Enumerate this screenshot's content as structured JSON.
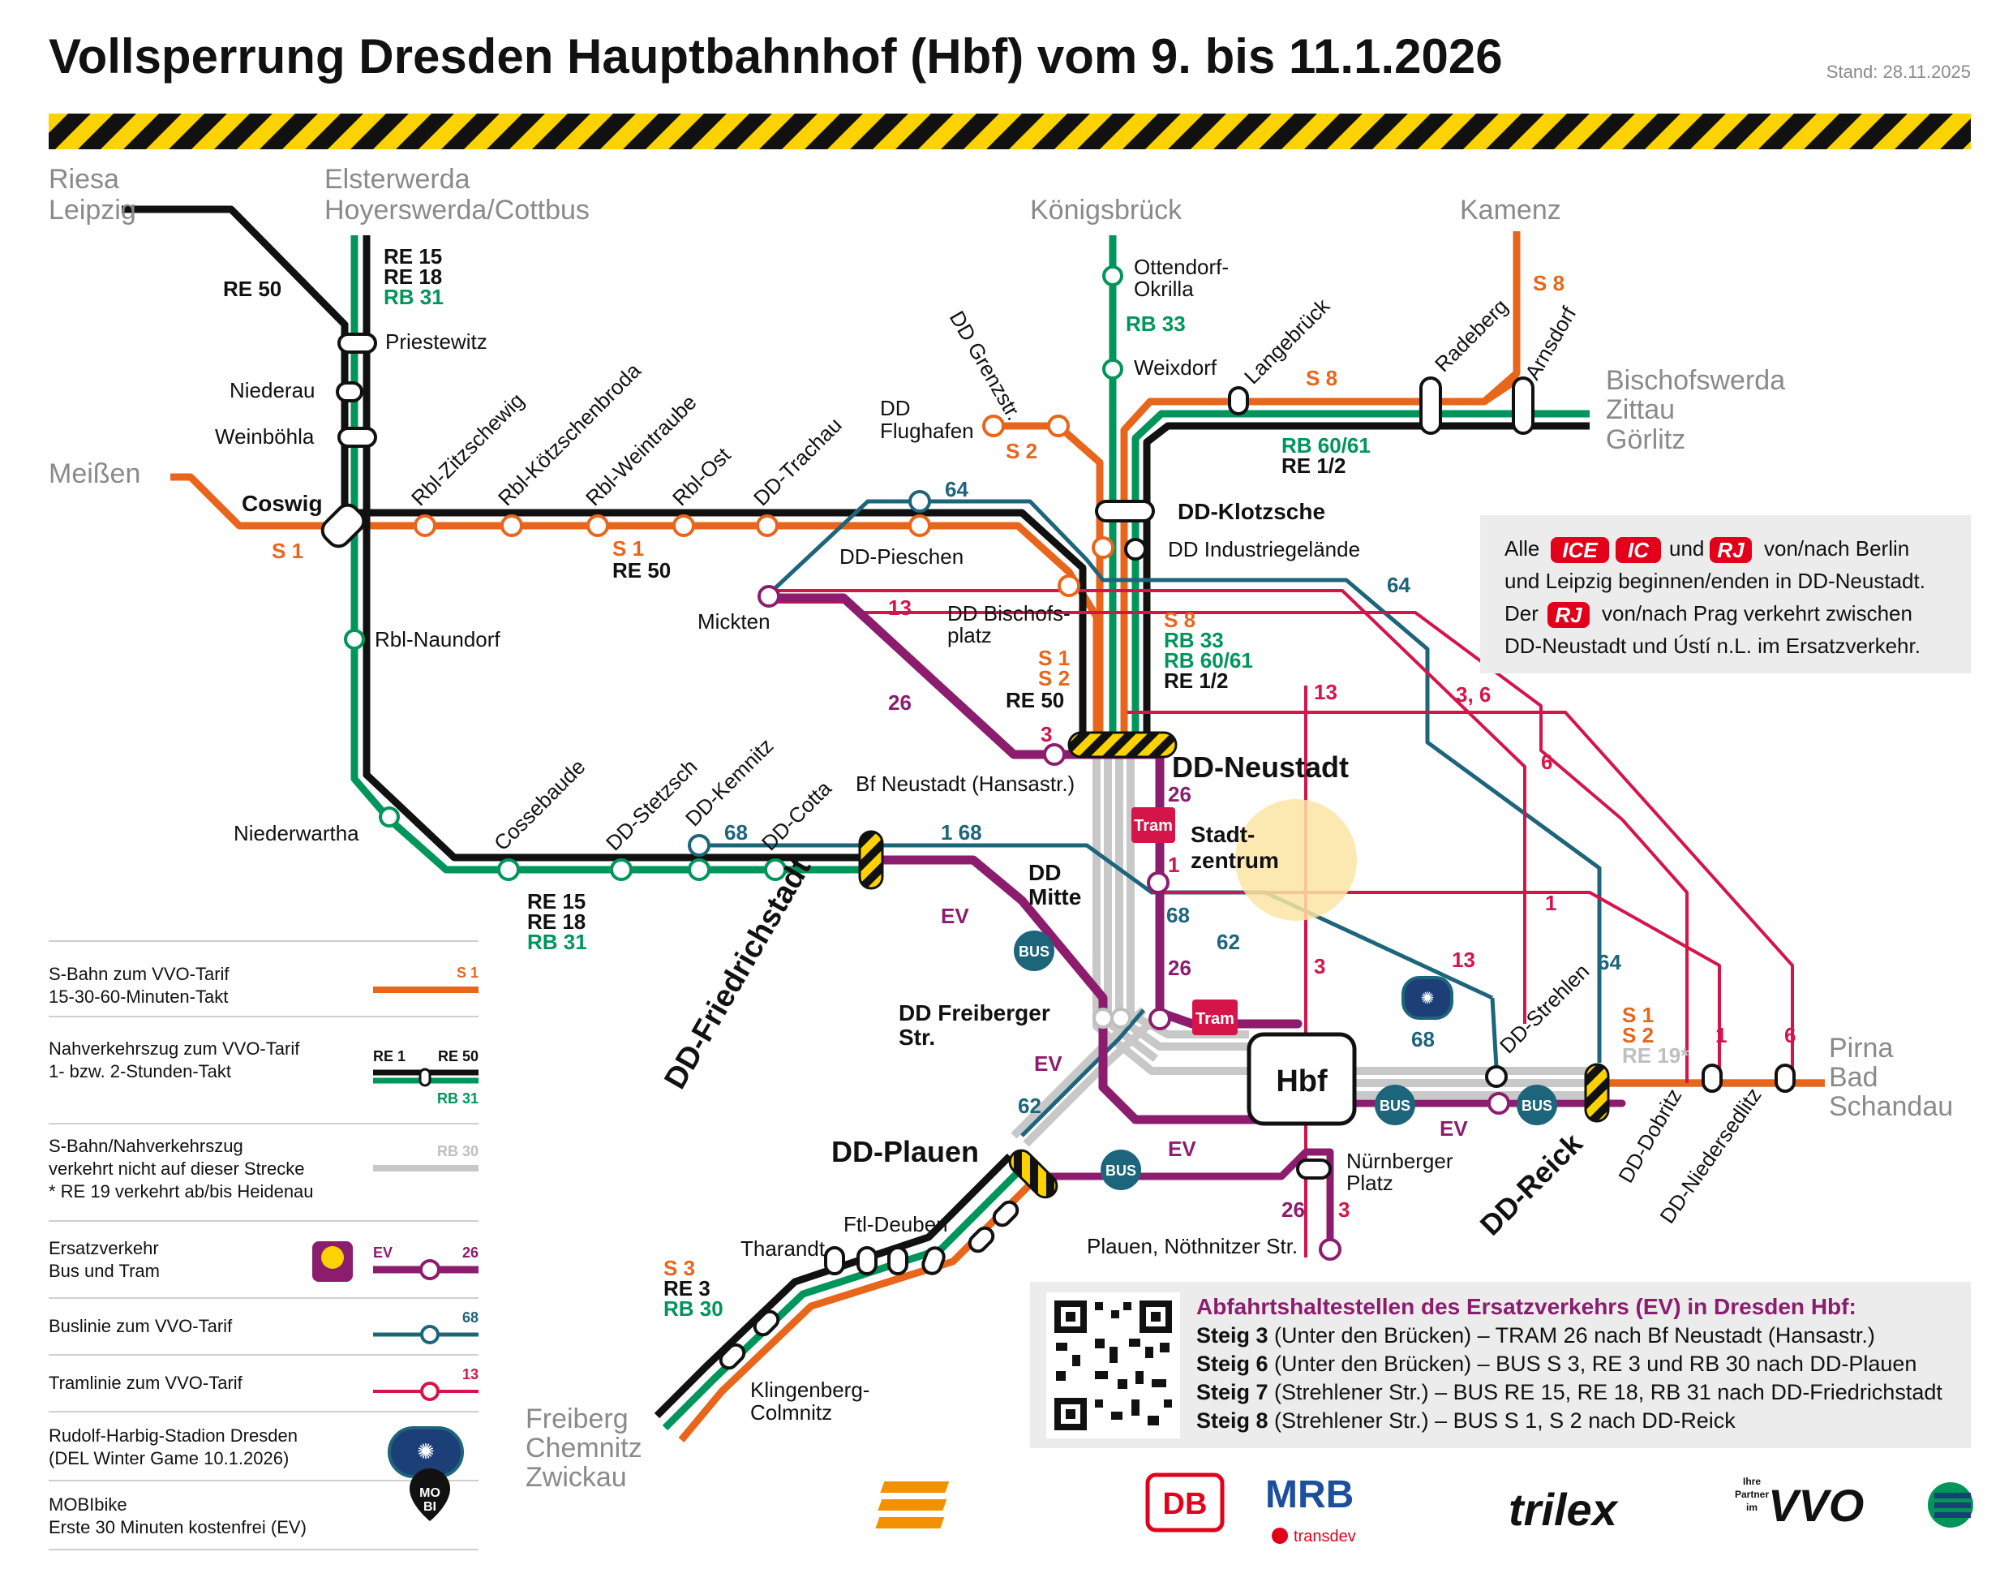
{
  "title": "Vollsperrung Dresden Hauptbahnhof (Hbf) vom 9. bis 11.1.2026",
  "stand": "Stand: 28.11.2025",
  "colors": {
    "orange": "#e8661c",
    "green": "#00955a",
    "black": "#111111",
    "grey": "#bfbfbf",
    "purple": "#8c1d6e",
    "teal": "#1c657a",
    "red": "#d5154a",
    "yellow": "#fcd200",
    "info_bg": "#ececec",
    "stadium_circle": "#fbe5a5"
  },
  "destinations": {
    "riesa": "Riesa",
    "leipzig": "Leipzig",
    "elsterwerda": "Elsterwerda",
    "hoyerswerda": "Hoyerswerda/Cottbus",
    "koenigsbrueck": "Königsbrück",
    "kamenz": "Kamenz",
    "meissen": "Meißen",
    "bischofswerda": "Bischofswerda",
    "zittau": "Zittau",
    "goerlitz": "Görlitz",
    "pirna": "Pirna",
    "bad": "Bad",
    "schandau": "Schandau",
    "freiberg": "Freiberg",
    "chemnitz": "Chemnitz",
    "zwickau": "Zwickau"
  },
  "lines": {
    "re50": "RE 50",
    "re15": "RE 15",
    "re18": "RE 18",
    "rb31": "RB 31",
    "s1": "S 1",
    "s2": "S 2",
    "s3": "S 3",
    "s8": "S 8",
    "rb33": "RB 33",
    "rb6061": "RB 60/61",
    "re12": "RE 1/2",
    "re3": "RE 3",
    "rb30": "RB 30",
    "re19": "RE 19*",
    "l64": "64",
    "l68": "68",
    "l62": "62",
    "l13": "13",
    "l26": "26",
    "l3": "3",
    "l36": "3, 6",
    "l6": "6",
    "l1": "1",
    "l168": "1 68",
    "ev": "EV",
    "l3b": "3"
  },
  "stations": {
    "priestewitz": "Priestewitz",
    "niederau": "Niederau",
    "weinboehla": "Weinböhla",
    "coswig": "Coswig",
    "zitzschewig": "Rbl-Zitzschewig",
    "koetzschenbroda": "Rbl-Kötzschenbroda",
    "weintraube": "Rbl-Weintraube",
    "rblost": "Rbl-Ost",
    "trachau": "DD-Trachau",
    "naundorf": "Rbl-Naundorf",
    "niederwartha": "Niederwartha",
    "cossebaude": "Cossebaude",
    "stetzsch": "DD-Stetzsch",
    "kemnitz": "DD-Kemnitz",
    "cotta": "DD-Cotta",
    "pieschen": "DD-Pieschen",
    "mickten": "Mickten",
    "bischofsplatz1": "DD Bischofs-",
    "bischofsplatz2": "platz",
    "grenzstr": "DD Grenzstr.",
    "flughafen1": "DD",
    "flughafen2": "Flughafen",
    "ottendorf1": "Ottendorf-",
    "ottendorf2": "Okrilla",
    "weixdorf": "Weixdorf",
    "langebrueck": "Langebrück",
    "radeberg": "Radeberg",
    "arnsdorf": "Arnsdorf",
    "klotzsche": "DD-Klotzsche",
    "industrie": "DD Industriegelände",
    "neustadt": "DD-Neustadt",
    "bfneustadt": "Bf Neustadt (Hansastr.)",
    "stadtzentrum1": "Stadt-",
    "stadtzentrum2": "zentrum",
    "mitte1": "DD",
    "mitte2": "Mitte",
    "freiberger1": "DD Freiberger",
    "freiberger2": "Str.",
    "friedrichstadt": "DD-Friedrichstadt",
    "plauen": "DD-Plauen",
    "hbf": "Hbf",
    "nuernberger1": "Nürnberger",
    "nuernberger2": "Platz",
    "noethnitzer": "Plauen, Nöthnitzer Str.",
    "strehlen": "DD-Strehlen",
    "reick": "DD-Reick",
    "dobritz": "DD-Dobritz",
    "niedersedlitz": "DD-Niedersedlitz",
    "tharandt": "Tharandt",
    "deuben": "Ftl-Deuben",
    "klingenberg1": "Klingenberg-",
    "klingenberg2": "Colmnitz",
    "tram": "Tram",
    "bus": "BUS"
  },
  "infobox": {
    "line1_pre": "Alle",
    "ice": "ICE",
    "ic": "IC",
    "und": "und",
    "rj": "RJ",
    "line1_post": "von/nach Berlin",
    "line2": "und Leipzig beginnen/enden in DD-Neustadt.",
    "line3_pre": "Der",
    "line3_post": "von/nach Prag verkehrt zwischen",
    "line4": "DD-Neustadt und Ústí n.L. im Ersatzverkehr."
  },
  "legend": [
    {
      "l1": "S-Bahn zum VVO-Tarif",
      "l2": "15-30-60-Minuten-Takt",
      "tag": "S 1"
    },
    {
      "l1": "Nahverkehrszug zum VVO-Tarif",
      "l2": "1- bzw. 2-Stunden-Takt",
      "tag": "RE 1",
      "tag2": "RE 50",
      "tag3": "RB 31"
    },
    {
      "l1": "S-Bahn/Nahverkehrszug",
      "l2": "verkehrt nicht auf dieser Strecke",
      "l3": "* RE 19 verkehrt ab/bis Heidenau",
      "tag": "RB 30"
    },
    {
      "l1": "Ersatzverkehr",
      "l2": "Bus und Tram",
      "tag": "EV",
      "tag2": "26"
    },
    {
      "l1": "Buslinie zum VVO-Tarif",
      "tag": "68"
    },
    {
      "l1": "Tramlinie zum VVO-Tarif",
      "tag": "13"
    },
    {
      "l1": "Rudolf-Harbig-Stadion Dresden",
      "l2": "(DEL Winter Game 10.1.2026)"
    },
    {
      "l1": "MOBIbike",
      "l2": "Erste 30 Minuten kostenfrei (EV)",
      "tag": "MO",
      "tag2": "BI"
    }
  ],
  "departures": {
    "title": "Abfahrtshaltestellen des Ersatzverkehrs (EV) in Dresden Hbf:",
    "rows": [
      {
        "steig": "Steig 3",
        "text": " (Unter den Brücken) – TRAM 26 nach Bf Neustadt (Hansastr.)"
      },
      {
        "steig": "Steig 6",
        "text": " (Unter den Brücken) – BUS S 3, RE 3 und RB 30 nach DD-Plauen"
      },
      {
        "steig": "Steig 7",
        "text": " (Strehlener Str.) – BUS RE 15, RE 18, RB 31 nach DD-Friedrichstadt"
      },
      {
        "steig": "Steig 8",
        "text": " (Strehlener Str.) – BUS S 1, S 2 nach DD-Reick"
      }
    ]
  },
  "logos": {
    "db": "DB",
    "mrb": "MRB",
    "transdev": "transdev",
    "trilex": "trilex",
    "ihre1": "Ihre",
    "ihre2": "Partner",
    "ihre3": "im",
    "vvo": "VVO"
  }
}
